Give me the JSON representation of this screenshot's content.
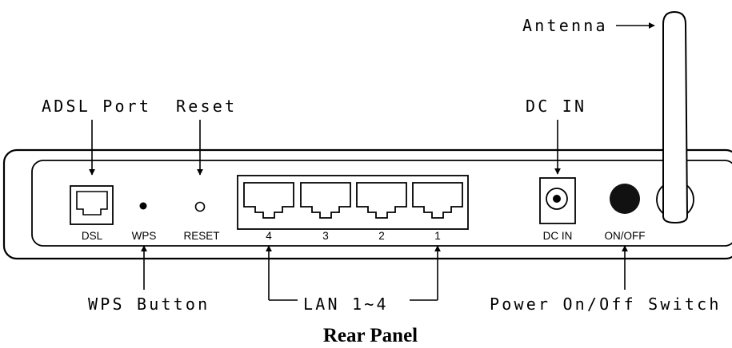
{
  "callouts": {
    "antenna": "Antenna",
    "adsl_port": "ADSL Port",
    "reset": "Reset",
    "dc_in": "DC IN",
    "wps_button": "WPS Button",
    "lan": "LAN 1~4",
    "power_switch": "Power On/Off Switch"
  },
  "port_labels": {
    "dsl": "DSL",
    "wps": "WPS",
    "reset": "RESET",
    "lan_4": "4",
    "lan_3": "3",
    "lan_2": "2",
    "lan_1": "1",
    "dc_in": "DC IN",
    "on_off": "ON/OFF"
  },
  "caption": "Rear Panel"
}
